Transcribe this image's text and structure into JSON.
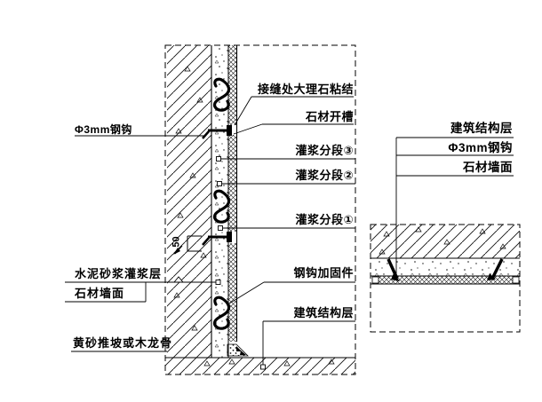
{
  "colors": {
    "ink": "#000000",
    "paper": "#ffffff"
  },
  "main_view": {
    "labels": {
      "hook_diameter": "Φ3mm钢钩",
      "joint_bond": "接缝处大理石粘结",
      "stone_groove": "石材开槽",
      "grout_stage_3": "灌浆分段③",
      "grout_stage_2": "灌浆分段②",
      "grout_stage_1": "灌浆分段①",
      "mortar_grout_layer": "水泥砂浆灌浆层",
      "stone_wall_face": "石材墙面",
      "hook_fastener": "钢钩加固件",
      "structure_layer": "建筑结构层",
      "sand_wedge": "黄砂推坡或木龙骨",
      "hook_embed_dim": "50"
    }
  },
  "detail_view": {
    "labels": {
      "structure_layer": "建筑结构层",
      "hook_diameter": "Φ3mm钢钩",
      "stone_wall_face": "石材墙面"
    }
  }
}
